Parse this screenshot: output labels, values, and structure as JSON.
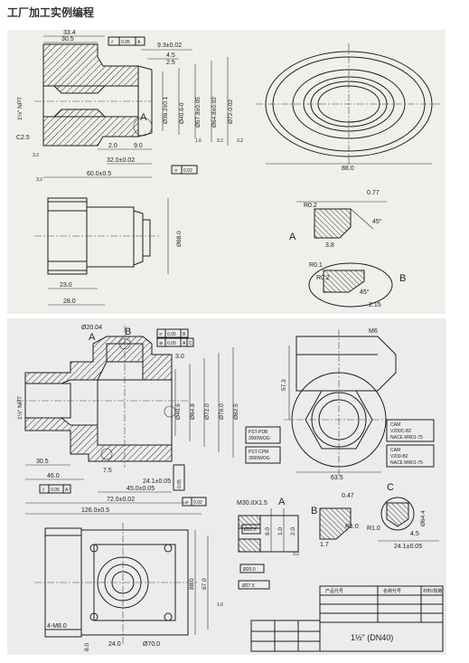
{
  "page": {
    "title": "工厂加工实例编程"
  },
  "drawing1": {
    "top_dims": [
      "33.4",
      "30.5",
      "9.3±0.02",
      "4.5",
      "2.5"
    ],
    "gdt_frame": [
      "⫽",
      "0.05",
      "A"
    ],
    "vertical_dims": [
      "Ø36.2±0.1",
      "Ø40.6-0",
      "Ø57.8±0.05",
      "Ø64.8±0.02",
      "Ø72-0.02"
    ],
    "thread_label": "1½\" NPT",
    "chamfer_left": "C2.5",
    "bottom_dims": [
      "2.0",
      "9.0",
      "32.0±0.02",
      "60.0±0.5"
    ],
    "roughness": [
      "3.2",
      "3.2",
      "1.6",
      "3.2",
      "3.2"
    ],
    "gdt_frame2": [
      "⌭",
      "0.02"
    ],
    "side_view": {
      "diameter": "88.0"
    },
    "section_view": {
      "dims": [
        "23.0",
        "28.0"
      ],
      "dia": "Ø88.0"
    },
    "detail_a": {
      "letter": "A",
      "dims": [
        "0.77",
        "R0.2",
        "3.8",
        "45°"
      ]
    },
    "detail_b": {
      "letter": "B",
      "dims": [
        "R0.1",
        "R0.2",
        "2.15",
        "45°"
      ]
    }
  },
  "drawing2": {
    "top_dims": [
      "Ø20.04",
      "A",
      "B",
      "3.0"
    ],
    "gdt_frames": [
      [
        "⌭",
        "0.05",
        "B"
      ],
      [
        "⊕",
        "0.05",
        "A",
        "C"
      ]
    ],
    "thread_label": "1½\" NPT",
    "left_dims": [
      "30.5",
      "46.0",
      "7.5",
      "24.1±0.05",
      "45.0±0.05",
      "72.0±0.02",
      "126.0±0.5"
    ],
    "vertical_dims": [
      "Ø40.6",
      "Ø64.8",
      "Ø72.0",
      "Ø76.0",
      "Ø82.5"
    ],
    "gdt_small": [
      "⫽",
      "0.05",
      "A"
    ],
    "gdt_small2": [
      "⊥",
      "0.05",
      "A"
    ],
    "gdt_small3": [
      "⌭",
      "0.02"
    ],
    "note_boxes": [
      {
        "lines": [
          "PST-PDB",
          "3000WOG"
        ]
      },
      {
        "lines": [
          "PST-CPM",
          "3000WOG"
        ]
      }
    ],
    "cam_boxes": [
      {
        "lines": [
          "CAM",
          "V200C-B2",
          "NACE MR01-75"
        ]
      },
      {
        "lines": [
          "CAM",
          "V200-B2",
          "NACE MR01-75"
        ]
      }
    ],
    "right_view": {
      "dims": [
        "M6",
        "57.3",
        "63.5"
      ]
    },
    "thread_view": {
      "dims": [
        "M30.0X1.5",
        "Ø20.5",
        "Ø20.0",
        "Ø27.5",
        "3.2",
        "1.0",
        "9.0",
        "2.0"
      ],
      "letter": "A"
    },
    "detail_b": {
      "letter": "B",
      "dims": [
        "0.47",
        "R1.0",
        "1.7"
      ]
    },
    "detail_c": {
      "letter": "C",
      "dims": [
        "Ø64.4",
        "R1.0",
        "4.5",
        "24.1±0.05"
      ]
    },
    "bottom_view": {
      "dims": [
        "4-M8.0",
        "8.0",
        "24.0",
        "Ø70.0",
        "88.0",
        "67.0",
        "1.6"
      ]
    },
    "title_block": {
      "headers": [
        "产品代号",
        "名称代号",
        "材料/规格"
      ],
      "size": "1½\" (DN40)"
    }
  }
}
